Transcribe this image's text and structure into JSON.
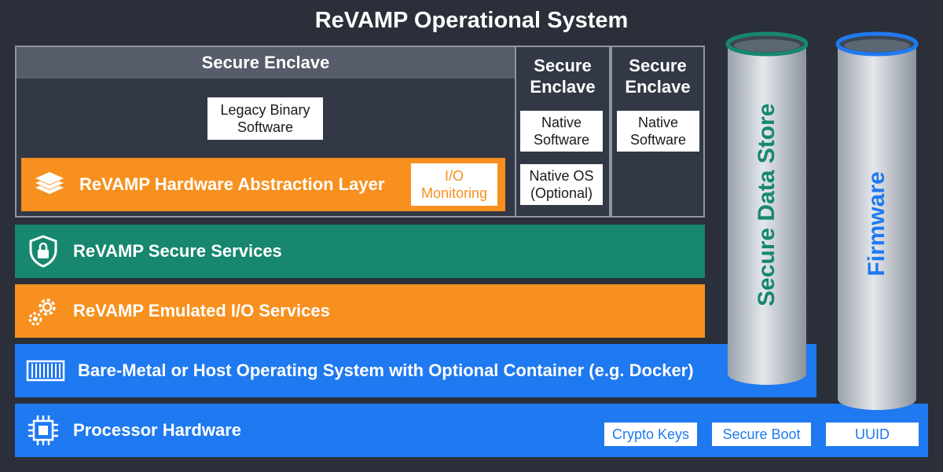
{
  "title": "ReVAMP Operational System",
  "enclave_main": {
    "heading": "Secure Enclave",
    "software": "Legacy Binary\nSoftware"
  },
  "enclave_2": {
    "heading": "Secure\nEnclave",
    "software": "Native\nSoftware",
    "os": "Native OS\n(Optional)"
  },
  "enclave_3": {
    "heading": "Secure\nEnclave",
    "software": "Native\nSoftware"
  },
  "hal": {
    "label": "ReVAMP Hardware Abstraction Layer",
    "io_monitoring": "I/O\nMonitoring",
    "icon": "layers-icon"
  },
  "secure_services": {
    "label": "ReVAMP Secure Services",
    "icon": "shield-lock-icon"
  },
  "emulated_io": {
    "label": "ReVAMP Emulated I/O Services",
    "icon": "gears-icon"
  },
  "host_os": {
    "label": "Bare-Metal or Host Operating System with Optional Container (e.g. Docker)",
    "icon": "container-icon"
  },
  "processor": {
    "label": "Processor Hardware",
    "icon": "chip-icon",
    "items": [
      "Crypto Keys",
      "Secure Boot",
      "UUID"
    ]
  },
  "cylinders": {
    "data_store": {
      "label": "Secure Data Store",
      "color": "#17876f"
    },
    "firmware": {
      "label": "Firmware",
      "color": "#1f79f0"
    }
  },
  "colors": {
    "background": "#2a2f3a",
    "orange": "#f7901e",
    "green": "#17876f",
    "blue": "#1f79f0"
  }
}
